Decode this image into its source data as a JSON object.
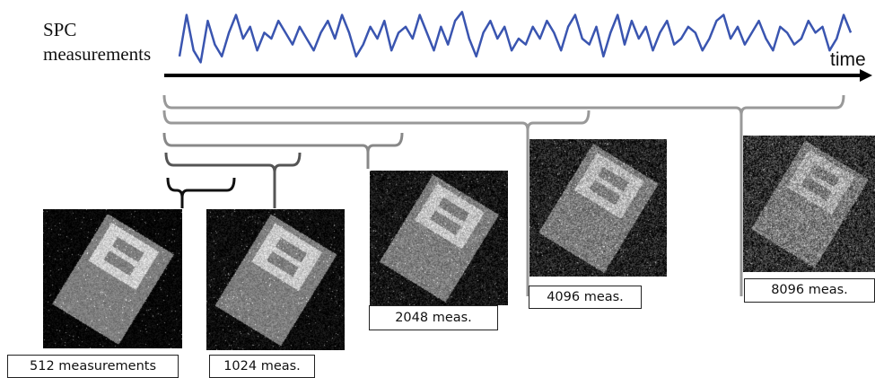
{
  "signal_label": "SPC measurements",
  "signal_label_line1": "SPC",
  "signal_label_line2": "measurements",
  "time_label": "time",
  "signal_color": "#3a55b0",
  "signal_values": [
    0.2,
    0.9,
    0.3,
    0.1,
    0.8,
    0.4,
    0.2,
    0.6,
    0.9,
    0.5,
    0.7,
    0.3,
    0.6,
    0.5,
    0.8,
    0.6,
    0.4,
    0.7,
    0.5,
    0.3,
    0.6,
    0.8,
    0.5,
    0.9,
    0.6,
    0.2,
    0.4,
    0.7,
    0.5,
    0.8,
    0.3,
    0.6,
    0.7,
    0.5,
    0.9,
    0.6,
    0.3,
    0.7,
    0.4,
    0.8,
    0.95,
    0.5,
    0.2,
    0.6,
    0.8,
    0.5,
    0.7,
    0.3,
    0.5,
    0.4,
    0.7,
    0.5,
    0.8,
    0.6,
    0.3,
    0.7,
    0.9,
    0.5,
    0.4,
    0.7,
    0.2,
    0.6,
    0.9,
    0.4,
    0.8,
    0.5,
    0.7,
    0.3,
    0.6,
    0.8,
    0.4,
    0.5,
    0.7,
    0.6,
    0.3,
    0.5,
    0.8,
    0.9,
    0.5,
    0.7,
    0.4,
    0.6,
    0.8,
    0.5,
    0.3,
    0.7,
    0.6,
    0.4,
    0.5,
    0.8,
    0.6,
    0.7,
    0.3,
    0.5,
    0.9,
    0.6
  ],
  "stages": [
    {
      "caption": "512 measurements",
      "measurements": 512,
      "brightness": 0.9,
      "noise": 0.12
    },
    {
      "caption": "1024 meas.",
      "measurements": 1024,
      "brightness": 0.85,
      "noise": 0.16
    },
    {
      "caption": "2048 meas.",
      "measurements": 2048,
      "brightness": 0.78,
      "noise": 0.22
    },
    {
      "caption": "4096 meas.",
      "measurements": 4096,
      "brightness": 0.68,
      "noise": 0.3
    },
    {
      "caption": "8096 meas.",
      "measurements": 8096,
      "brightness": 0.55,
      "noise": 0.4
    }
  ]
}
